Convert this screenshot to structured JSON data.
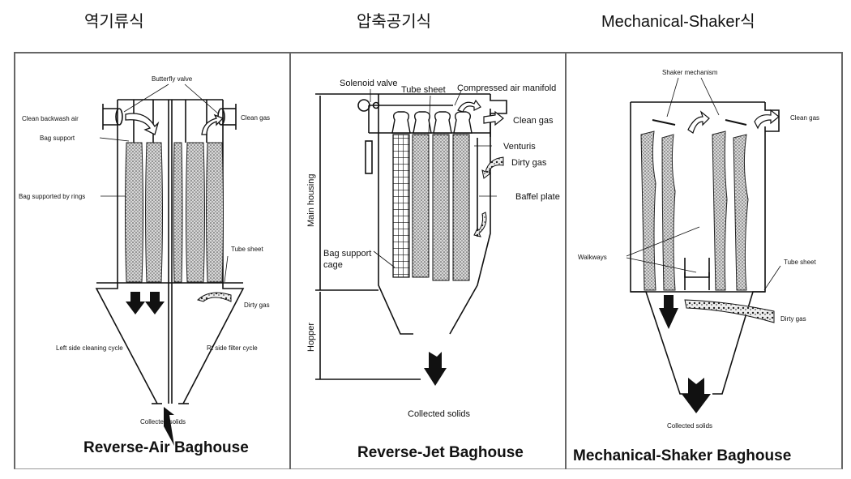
{
  "headers": [
    "역기류식",
    "압축공기식",
    "Mechanical-Shaker식"
  ],
  "panels": [
    {
      "title": "Reverse-Air Baghouse",
      "labels": {
        "butterfly_valve": "Butterfly valve",
        "clean_backwash_air": "Clean backwash air",
        "clean_gas": "Clean gas",
        "bag_support": "Bag support",
        "bag_supported_by_rings": "Bag supported by rings",
        "tube_sheet": "Tube sheet",
        "dirty_gas": "Dirty gas",
        "left_cycle": "Left side cleaning cycle",
        "right_cycle": "Rt side filter cycle",
        "collected_solids": "Collected solids"
      }
    },
    {
      "title": "Reverse-Jet Baghouse",
      "labels": {
        "solenoid_valve": "Solenoid valve",
        "tube_sheet": "Tube sheet",
        "manifold": "Compressed air manifold",
        "clean_gas": "Clean gas",
        "venturis": "Venturis",
        "dirty_gas": "Dirty gas",
        "baffle_plate": "Baffel plate",
        "main_housing": "Main housing",
        "bag_support_cage_1": "Bag support",
        "bag_support_cage_2": "cage",
        "hopper": "Hopper",
        "collected_solids": "Collected solids"
      }
    },
    {
      "title": "Mechanical-Shaker Baghouse",
      "labels": {
        "shaker_mechanism": "Shaker mechanism",
        "clean_gas": "Clean gas",
        "walkways": "Walkways",
        "tube_sheet": "Tube sheet",
        "dirty_gas": "Dirty gas",
        "collected_solids": "Collected solids"
      }
    }
  ]
}
